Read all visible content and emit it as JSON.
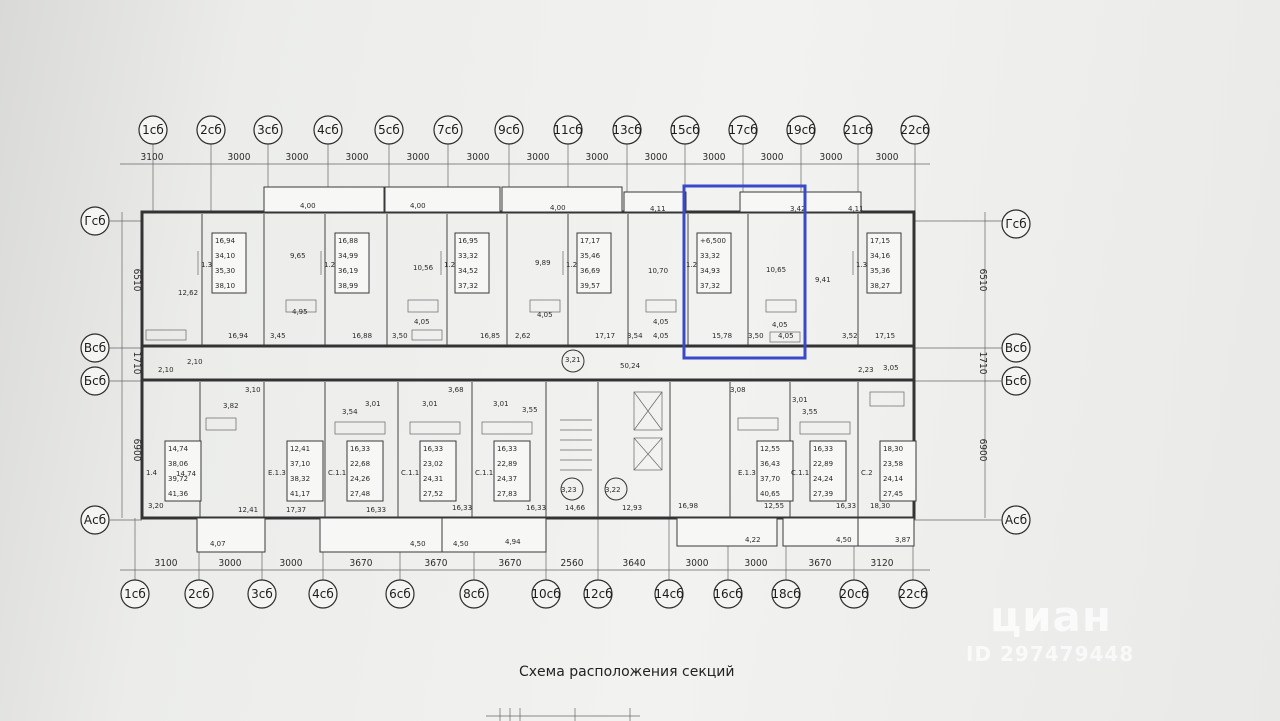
{
  "axes_top": [
    "1сб",
    "2сб",
    "3сб",
    "4сб",
    "5сб",
    "7сб",
    "9сб",
    "11сб",
    "13сб",
    "15сб",
    "17сб",
    "19сб",
    "21сб",
    "22сб"
  ],
  "axes_bottom": [
    "1сб",
    "2сб",
    "3сб",
    "4сб",
    "6сб",
    "8сб",
    "10сб",
    "12сб",
    "14сб",
    "16сб",
    "18сб",
    "20сб",
    "22сб"
  ],
  "axes_left": [
    "Гсб",
    "Всб",
    "Бсб",
    "Асб"
  ],
  "axes_right": [
    "Гсб",
    "Всб",
    "Бсб",
    "Асб"
  ],
  "dims_top": [
    "3100",
    "3000",
    "3000",
    "3000",
    "3000",
    "3000",
    "3000",
    "3000",
    "3000",
    "3000",
    "3000",
    "3000",
    "3000"
  ],
  "dims_bottom": [
    "3100",
    "3000",
    "3000",
    "3670",
    "3670",
    "3670",
    "2560",
    "3640",
    "3000",
    "3000",
    "3670",
    "3120"
  ],
  "dims_side": [
    "6510",
    "1710",
    "6900"
  ],
  "balcony_top": [
    "4,00",
    "4,00",
    "4,00",
    "4,11",
    "3,42",
    "4,11"
  ],
  "balcony_bottom": [
    "4,07",
    "4,50",
    "4,50",
    "4,94",
    "4,22",
    "4,50",
    "3,87"
  ],
  "top_units": [
    {
      "code": "1.3",
      "areas": [
        "16,94",
        "34,10",
        "35,30",
        "38,10"
      ]
    },
    {
      "code": "1.2",
      "areas": [
        "16,88",
        "34,99",
        "36,19",
        "38,99"
      ]
    },
    {
      "code": "1.2",
      "areas": [
        "16,95",
        "33,32",
        "34,52",
        "37,32"
      ]
    },
    {
      "code": "1.2",
      "areas": [
        "17,17",
        "35,46",
        "36,69",
        "39,57"
      ]
    },
    {
      "code": "1.2",
      "areas": [
        "+6,500",
        "33,32",
        "34,93",
        "37,32"
      ]
    },
    {
      "code": "1.3",
      "areas": [
        "17,15",
        "34,16",
        "35,36",
        "38,27"
      ]
    }
  ],
  "bottom_units": [
    {
      "code": "1.4",
      "areas": [
        "14,74",
        "38,06",
        "39,72",
        "41,36"
      ]
    },
    {
      "code": "E.1.3",
      "areas": [
        "12,41",
        "37,10",
        "38,32",
        "41,17"
      ]
    },
    {
      "code": "C.1.1",
      "areas": [
        "16,33",
        "22,68",
        "24,26",
        "27,48"
      ]
    },
    {
      "code": "C.1.1",
      "areas": [
        "16,33",
        "23,02",
        "24,31",
        "27,52"
      ]
    },
    {
      "code": "C.1.1",
      "areas": [
        "16,33",
        "22,89",
        "24,37",
        "27,83"
      ]
    },
    {
      "code": "E.1.3",
      "areas": [
        "12,55",
        "36,43",
        "37,70",
        "40,65"
      ]
    },
    {
      "code": "C.1.1",
      "areas": [
        "16,33",
        "22,89",
        "24,24",
        "27,39"
      ]
    },
    {
      "code": "C.2",
      "areas": [
        "18,30",
        "23,58",
        "24,14",
        "27,45"
      ]
    }
  ],
  "room_labels": {
    "top": [
      "12,62",
      "9,65",
      "10,56",
      "9,89",
      "10,70",
      "10,65",
      "9,41"
    ],
    "top_bottom_row": [
      "16,94",
      "3,45",
      "16,88",
      "3,50",
      "16,85",
      "2,62",
      "17,17",
      "3,54",
      "4,05",
      "15,78",
      "3,50",
      "4,05",
      "3,52",
      "17,15"
    ],
    "baths": [
      "4,95",
      "4,05",
      "4,05",
      "4,05",
      "4,05"
    ],
    "corridor": [
      "2,10",
      "2,10",
      "50,24",
      "3,21",
      "3,10",
      "3,82",
      "3,68",
      "3,54",
      "3,01",
      "3,01",
      "3,01",
      "3,55",
      "3,08",
      "3,01",
      "3,55",
      "2,23",
      "3,05"
    ],
    "stairs": [
      "3,23",
      "14,66",
      "3,22",
      "12,93"
    ],
    "bottom_row": [
      "3,20",
      "14,74",
      "12,41",
      "17,37",
      "16,33",
      "16,33",
      "16,33",
      "16,98",
      "12,55",
      "16,33",
      "18,30"
    ]
  },
  "watermark": {
    "brand": "циан",
    "id": "ID 297479448"
  },
  "caption": "Схема расположения секций",
  "colors": {
    "highlight": "#3a49c9",
    "line": "#333333",
    "paper": "#efefed"
  }
}
